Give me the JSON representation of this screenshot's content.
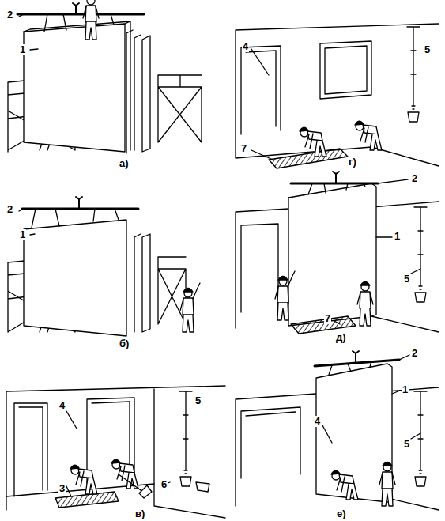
{
  "diagram": {
    "labels": [
      "2",
      "1",
      "а)",
      "2",
      "1",
      "б)",
      "4",
      "5",
      "3",
      "6",
      "в)",
      "4",
      "5",
      "7",
      "г)",
      "2",
      "1",
      "5",
      "7",
      "д)",
      "2",
      "1",
      "4",
      "5",
      "е)"
    ]
  }
}
